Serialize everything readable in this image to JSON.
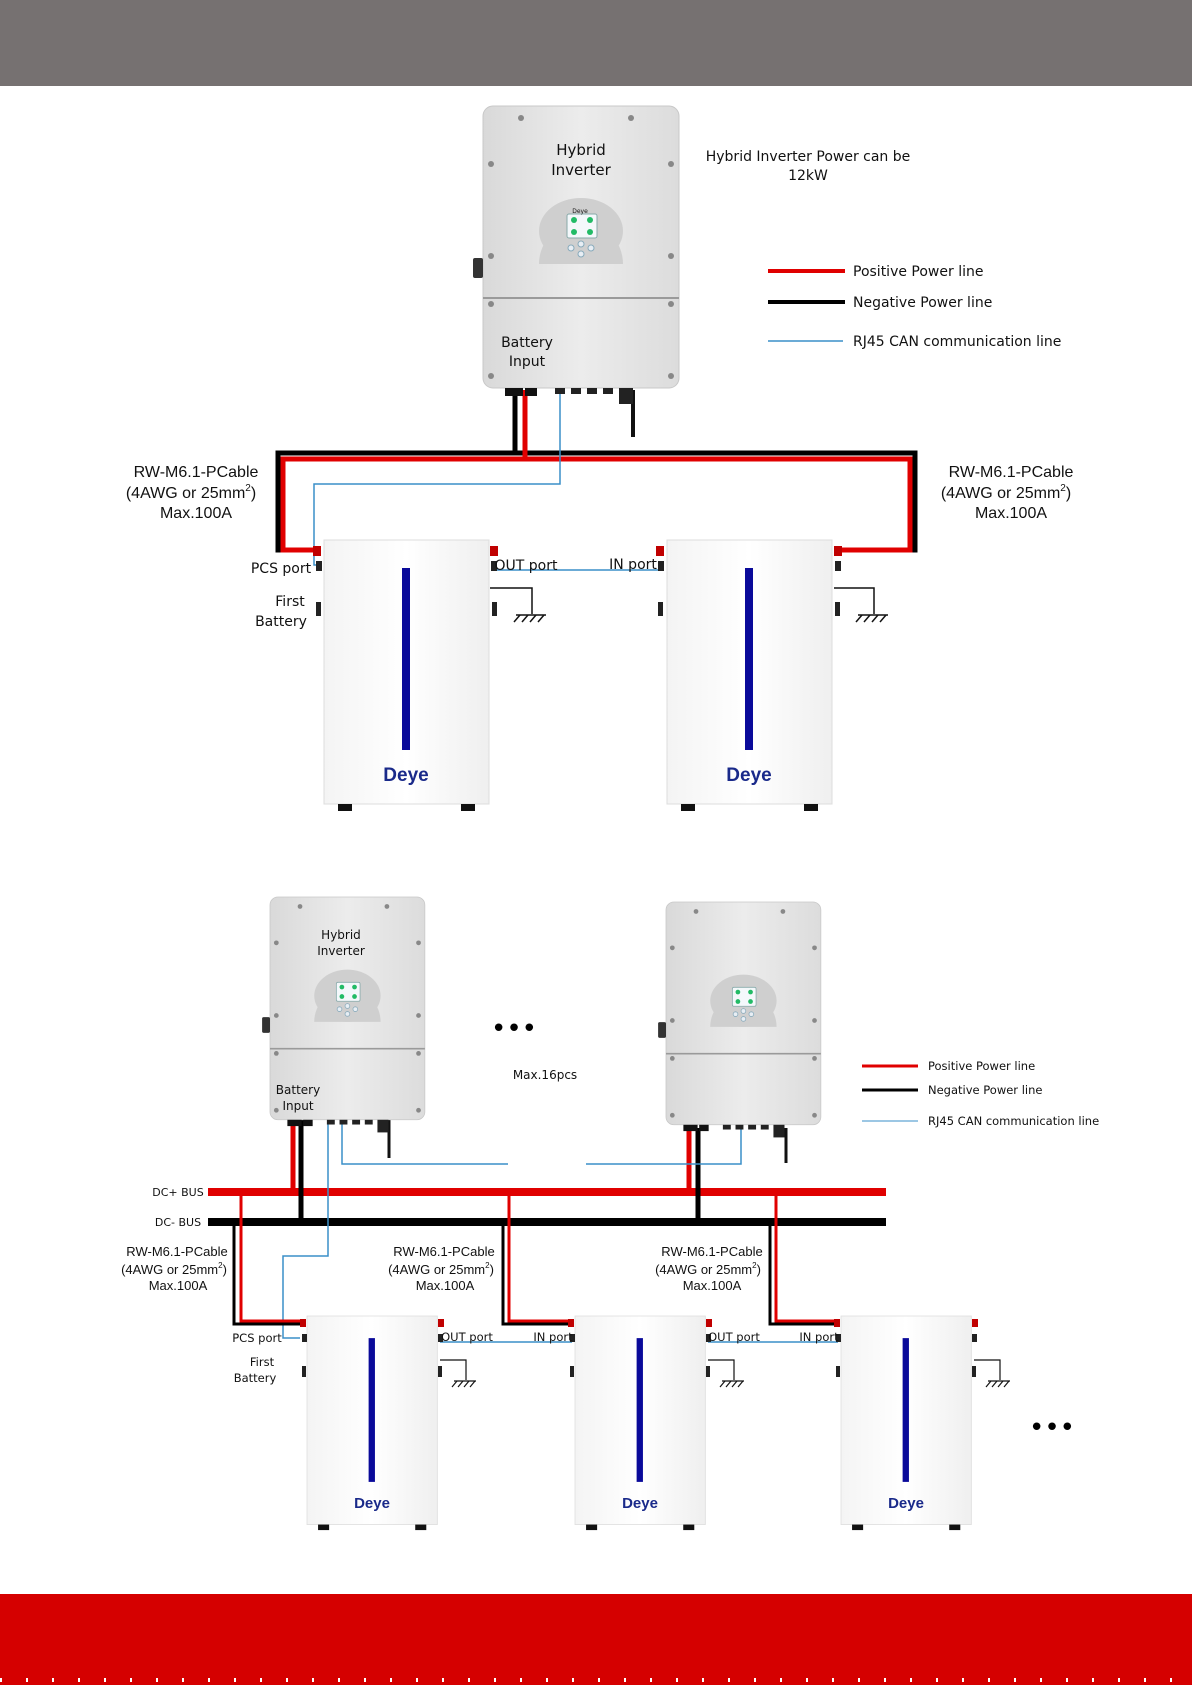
{
  "colors": {
    "header_bar": "#767171",
    "footer_bar": "#d50000",
    "positive_line": "#e00000",
    "negative_line": "#000000",
    "can_line": "#3a8fc8",
    "battery_stripe": "#0a0a9a",
    "brand": "#1a2a8a"
  },
  "diagram1": {
    "inverter_label_1": "Hybrid",
    "inverter_label_2": "Inverter",
    "battery_input_1": "Battery",
    "battery_input_2": "Input",
    "power_note_1": "Hybrid Inverter Power can be",
    "power_note_2": "12kW",
    "legend": {
      "positive": "Positive Power line",
      "negative": "Negative Power line",
      "can": "RJ45 CAN communication line"
    },
    "cable_left": {
      "name": "RW-M6.1-PCable",
      "spec": "(4AWG or 25mm",
      "sup": "2",
      "close": ")",
      "max": "Max.100A"
    },
    "cable_right": {
      "name": "RW-M6.1-PCable",
      "spec": "(4AWG or 25mm",
      "sup": "2",
      "close": ")",
      "max": "Max.100A"
    },
    "pcs_port": "PCS port",
    "first_battery_1": "First",
    "first_battery_2": "Battery",
    "out_port": "OUT port",
    "in_port": "IN port",
    "brand": "Deye"
  },
  "diagram2": {
    "inverter_label_1": "Hybrid",
    "inverter_label_2": "Inverter",
    "battery_input_1": "Battery",
    "battery_input_2": "Input",
    "ellipsis": "•••",
    "max_pcs": "Max.16pcs",
    "legend": {
      "positive": "Positive Power line",
      "negative": "Negative Power line",
      "can": "RJ45 CAN communication line"
    },
    "dc_plus": "DC+  BUS",
    "dc_minus": "DC-  BUS",
    "cable": {
      "name": "RW-M6.1-PCable",
      "spec": "(4AWG or 25mm",
      "sup": "2",
      "close": ")",
      "max": "Max.100A"
    },
    "pcs_port": "PCS port",
    "first_battery_1": "First",
    "first_battery_2": "Battery",
    "out_port": "OUT port",
    "in_port": "IN port",
    "brand": "Deye",
    "battery_ellipsis": "•••"
  }
}
